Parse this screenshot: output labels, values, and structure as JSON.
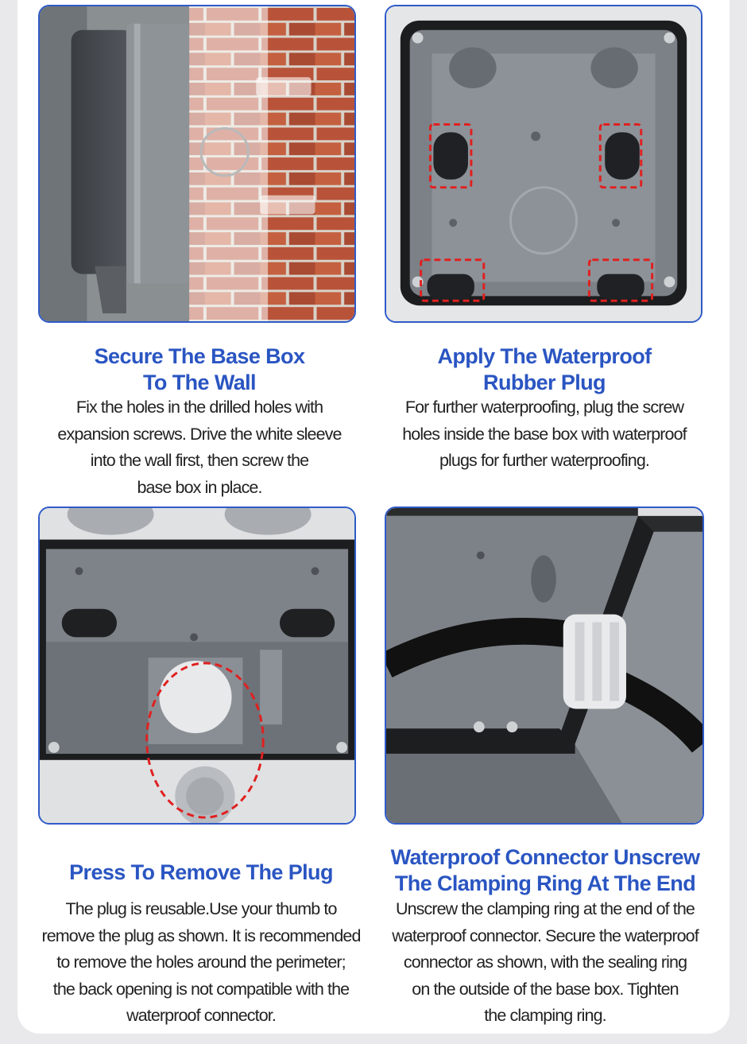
{
  "steps": [
    {
      "title_lines": [
        "Secure The Base Box",
        "To The Wall"
      ],
      "body_lines": [
        "Fix the holes in the drilled holes with",
        "expansion screws. Drive the white sleeve",
        "into the wall first, then screw the",
        "base box in place."
      ],
      "image_subject": "base-box-on-brick-wall"
    },
    {
      "title_lines": [
        "Apply The Waterproof",
        "Rubber Plug"
      ],
      "body_lines": [
        "For further waterproofing, plug the screw",
        "holes inside the base box with waterproof",
        "plugs for further waterproofing."
      ],
      "image_subject": "base-box-interior-screw-holes"
    },
    {
      "title_lines": [
        "Press To Remove The Plug"
      ],
      "body_lines": [
        "The plug is reusable.Use your thumb to",
        "remove the plug as shown. It is recommended",
        "to remove the holes around the perimeter;",
        "the back opening is not compatible with the",
        "waterproof connector."
      ],
      "image_subject": "removed-knockout-plug"
    },
    {
      "title_lines": [
        "Waterproof Connector Unscrew",
        "The Clamping Ring At The End"
      ],
      "body_lines": [
        "Unscrew the clamping ring at the end of the",
        "waterproof connector. Secure the waterproof",
        "connector as shown, with the sealing ring",
        "on the outside of the base box. Tighten",
        "the clamping ring."
      ],
      "image_subject": "cable-gland-connector"
    }
  ],
  "colors": {
    "accent": "#2a55c2",
    "highlight": "#e02020",
    "text": "#222222"
  }
}
